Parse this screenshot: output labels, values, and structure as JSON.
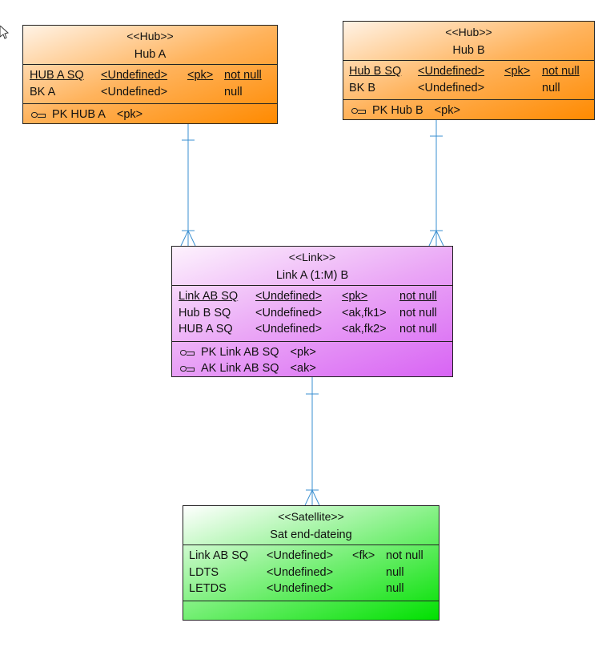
{
  "entities": [
    {
      "id": "hubA",
      "kind": "hub",
      "stereotype": "<<Hub>>",
      "name": "Hub A",
      "cols": [
        8,
        97,
        205,
        251
      ],
      "attributes": [
        [
          "HUB A SQ",
          "<Undefined>",
          "<pk>",
          "not null",
          true
        ],
        [
          "BK A",
          "<Undefined>",
          "",
          "null",
          false
        ]
      ],
      "keys": [
        [
          "PK HUB A",
          "<pk>"
        ]
      ]
    },
    {
      "id": "hubB",
      "kind": "hub",
      "stereotype": "<<Hub>>",
      "name": "Hub B",
      "cols": [
        7,
        93,
        201,
        248
      ],
      "attributes": [
        [
          "Hub B SQ",
          "<Undefined>",
          "<pk>",
          "not null",
          true
        ],
        [
          "BK B",
          "<Undefined>",
          "",
          "null",
          false
        ]
      ],
      "keys": [
        [
          "PK Hub B",
          "<pk>"
        ]
      ]
    },
    {
      "id": "link",
      "kind": "link",
      "stereotype": "<<Link>>",
      "name": "Link A (1:M) B",
      "cols": [
        8,
        104,
        212,
        284
      ],
      "attributes": [
        [
          "Link AB SQ",
          "<Undefined>",
          "<pk>",
          "not null",
          true
        ],
        [
          "Hub B SQ",
          "<Undefined>",
          "<ak,fk1>",
          "not null",
          false
        ],
        [
          "HUB A SQ",
          "<Undefined>",
          "<ak,fk2>",
          "not null",
          false
        ]
      ],
      "keys": [
        [
          "PK Link AB SQ",
          "<pk>"
        ],
        [
          "AK Link AB SQ",
          "<ak>"
        ]
      ]
    },
    {
      "id": "sat",
      "kind": "sat",
      "stereotype": "<<Satellite>>",
      "name": "Sat end-dateing",
      "cols": [
        7,
        104,
        211,
        253
      ],
      "attributes": [
        [
          "Link AB SQ",
          "<Undefined>",
          "<fk>",
          "not null",
          false
        ],
        [
          "LDTS",
          "<Undefined>",
          "",
          "null",
          false
        ],
        [
          "LETDS",
          "<Undefined>",
          "",
          "null",
          false
        ]
      ],
      "keys": []
    }
  ],
  "relationships": [
    {
      "from": "Hub A",
      "to": "Link A (1:M) B",
      "cardinality": "one-to-many"
    },
    {
      "from": "Hub B",
      "to": "Link A (1:M) B",
      "cardinality": "one-to-many"
    },
    {
      "from": "Link A (1:M) B",
      "to": "Sat end-dateing",
      "cardinality": "one-to-many"
    }
  ],
  "colors": {
    "line": "#3a8fd0",
    "hub": "#ff8a00",
    "link": "#d864f4",
    "sat": "#00e000"
  }
}
